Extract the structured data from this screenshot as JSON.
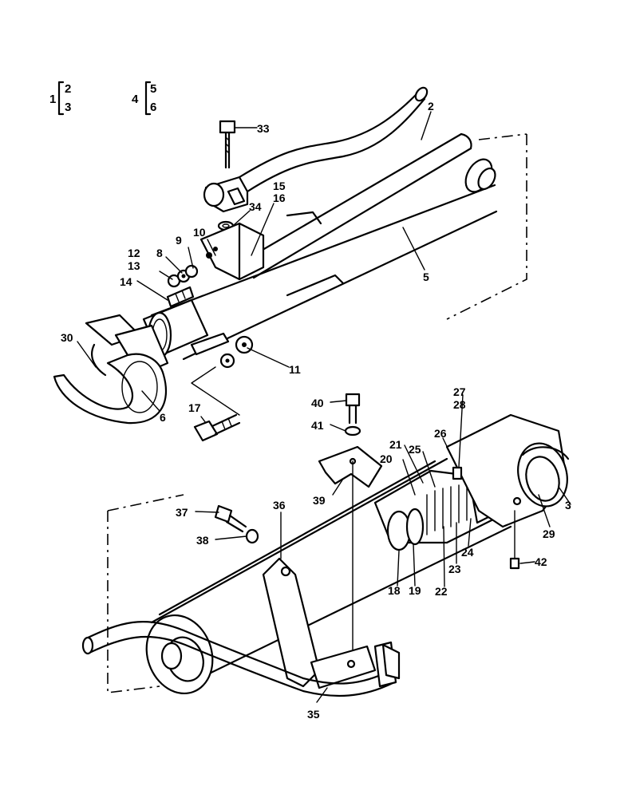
{
  "legend": {
    "group1": {
      "parent": "1",
      "children": [
        "2",
        "3"
      ]
    },
    "group2": {
      "parent": "4",
      "children": [
        "5",
        "6"
      ]
    }
  },
  "callouts": {
    "p2": "2",
    "p3": "3",
    "p5": "5",
    "p6": "6",
    "p8": "8",
    "p9": "9",
    "p10": "10",
    "p11": "11",
    "p12": "12",
    "p13": "13",
    "p14": "14",
    "p15": "15",
    "p16": "16",
    "p17": "17",
    "p18": "18",
    "p19": "19",
    "p20": "20",
    "p21": "21",
    "p22": "22",
    "p23": "23",
    "p24": "24",
    "p25": "25",
    "p26": "26",
    "p27": "27",
    "p28": "28",
    "p29": "29",
    "p30": "30",
    "p33": "33",
    "p34": "34",
    "p35": "35",
    "p36": "36",
    "p37": "37",
    "p38": "38",
    "p39": "39",
    "p40": "40",
    "p41": "41",
    "p42": "42"
  }
}
